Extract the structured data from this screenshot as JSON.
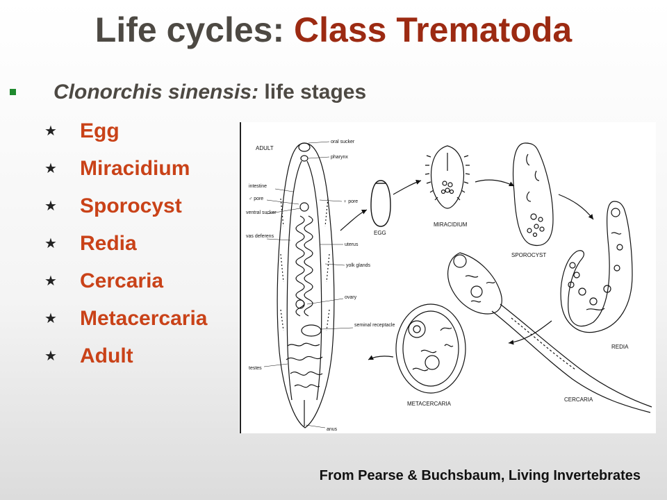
{
  "slide": {
    "title_main": "Life cycles: ",
    "title_accent": "Class Trematoda",
    "subtitle_species": "Clonorchis sinensis:",
    "subtitle_rest": " life stages",
    "stages": [
      "Egg",
      "Miracidium",
      "Sporocyst",
      "Redia",
      "Cercaria",
      "Metacercaria",
      "Adult"
    ],
    "credit": "From Pearse & Buchsbaum, Living Invertebrates"
  },
  "figure": {
    "labels": {
      "adult": "ADULT",
      "oral_sucker": "oral sucker",
      "pharynx": "pharynx",
      "intestine": "intestine",
      "male_pore": "♂ pore",
      "female_pore": "♀ pore",
      "ventral_sucker": "ventral sucker",
      "vas_deferens": "vas deferens",
      "uterus": "uterus",
      "yolk_glands": "yolk glands",
      "ovary": "ovary",
      "seminal_receptacle": "seminal receptacle",
      "testes": "testes",
      "anus": "anus",
      "egg": "EGG",
      "miracidium": "MIRACIDIUM",
      "sporocyst": "SPOROCYST",
      "redia": "REDIA",
      "cercaria": "CERCARIA",
      "metacercaria": "METACERCARIA"
    }
  },
  "colors": {
    "title_gray": "#4d4943",
    "title_accent": "#9c2a12",
    "stage_orange": "#c94218",
    "bullet_green": "#1f8a2e"
  },
  "icons": {
    "bullet": "square-bullet-icon",
    "stage_bullet": "star-icon"
  }
}
